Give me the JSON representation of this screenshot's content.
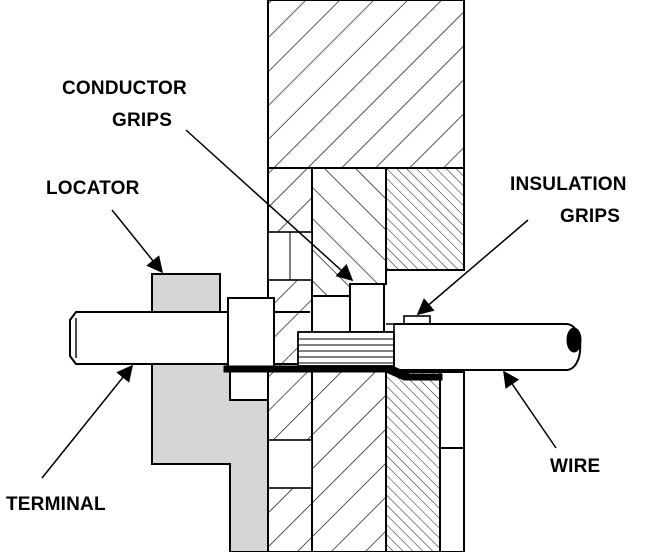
{
  "labels": {
    "conductor_line1": "CONDUCTOR",
    "conductor_line2": "GRIPS",
    "locator": "LOCATOR",
    "insulation_line1": "INSULATION",
    "insulation_line2": "GRIPS",
    "terminal": "TERMINAL",
    "wire": "WIRE"
  },
  "colors": {
    "line": "#000000",
    "gray_fill": "#d6d6d6",
    "background": "#ffffff"
  }
}
